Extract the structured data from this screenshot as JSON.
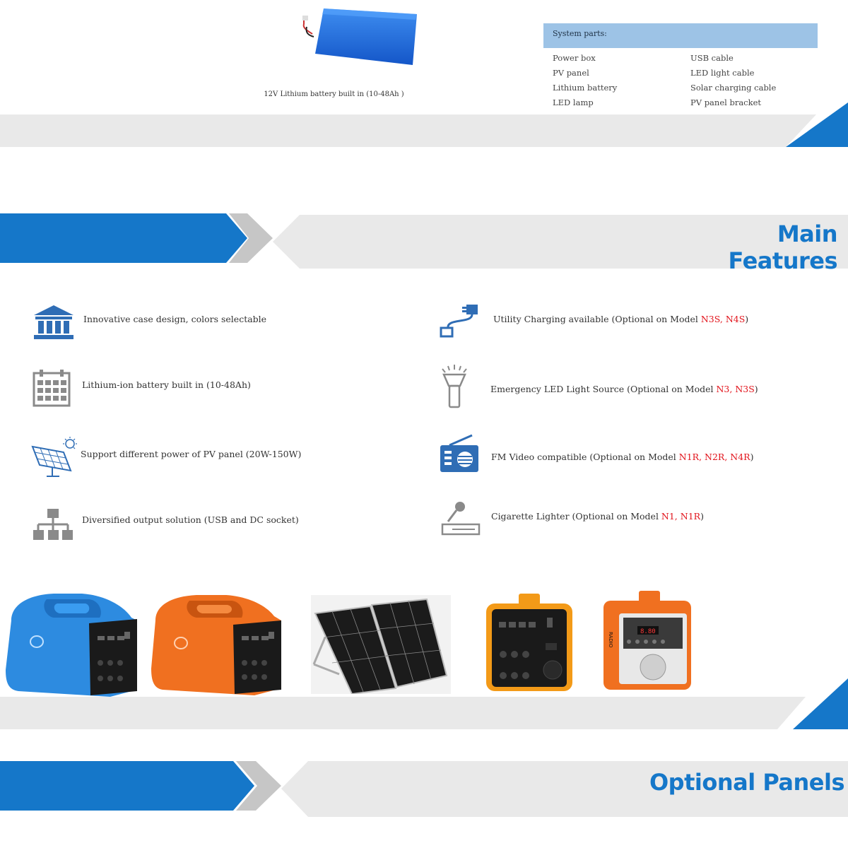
{
  "battery": {
    "caption": "12V Lithium battery built in (10-48Ah )"
  },
  "system_parts": {
    "header": "System parts:",
    "left": [
      "Power box",
      "PV panel",
      "Lithium battery",
      "LED lamp"
    ],
    "right": [
      "USB cable",
      "LED light cable",
      "Solar charging cable",
      "PV panel bracket"
    ]
  },
  "main_features": {
    "title": "Main Features",
    "left": [
      {
        "text": "Innovative case design, colors selectable",
        "icon": "museum-icon"
      },
      {
        "text": "Lithium-ion battery built in (10-48Ah)",
        "icon": "calendar-grid-icon"
      },
      {
        "text": "Support different power of PV panel (20W-150W)",
        "icon": "solar-panel-icon"
      },
      {
        "text": "Diversified output solution (USB and DC socket)",
        "icon": "network-tree-icon"
      }
    ],
    "right": [
      {
        "text": "Utility Charging available (Optional on Model ",
        "models": "N3S, N4S",
        "suffix": ")",
        "icon": "plug-cable-icon"
      },
      {
        "text": "Emergency LED Light Source (Optional on Model ",
        "models": "N3, N3S",
        "suffix": ")",
        "icon": "flashlight-icon"
      },
      {
        "text": "FM Video compatible (Optional on Model ",
        "models": "N1R, N2R, N4R",
        "suffix": ")",
        "icon": "radio-icon"
      },
      {
        "text": "Cigarette Lighter (Optional on Model ",
        "models": "N1, N1R",
        "suffix": ")",
        "icon": "lighter-icon"
      }
    ]
  },
  "product_labels": {
    "radio_side": "RADIO",
    "radio_display": "8.80"
  },
  "optional_panels": {
    "title": "Optional Panels"
  },
  "colors": {
    "accent_blue": "#1577c9",
    "band_grey": "#e9e9e9",
    "parts_header": "#9dc3e6",
    "model_red": "#e2141c",
    "icon_grey": "#8a8a8a",
    "icon_blue": "#2f6db5",
    "case_blue": "#2d8be0",
    "case_orange": "#f07020"
  }
}
